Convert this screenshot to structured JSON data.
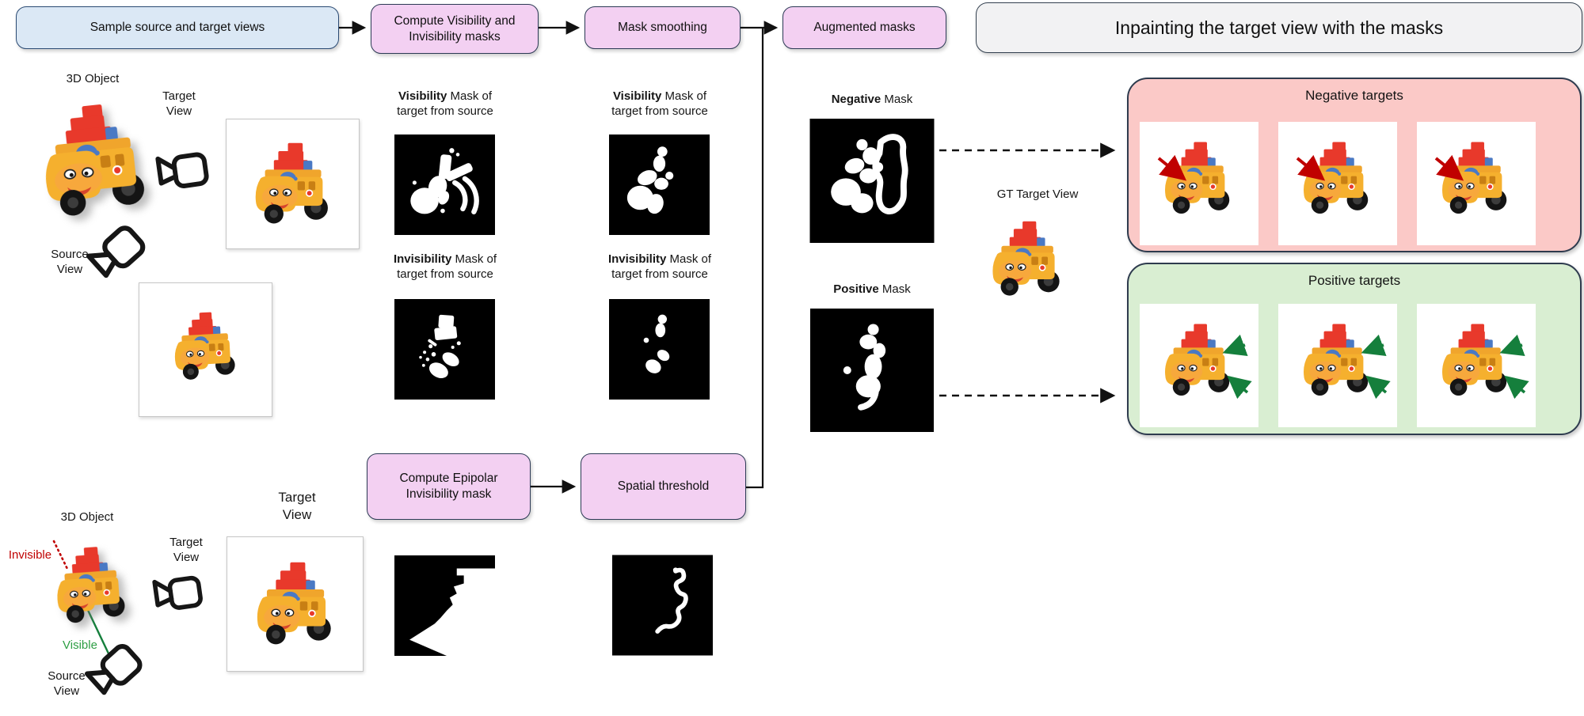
{
  "flow_boxes": {
    "sample": "Sample source and target views",
    "compute_masks": "Compute Visibility and Invisibility masks",
    "mask_smoothing": "Mask smoothing",
    "augmented_masks": "Augmented masks",
    "inpainting": "Inpainting the target view with the masks",
    "compute_epipolar": "Compute Epipolar Invisibility mask",
    "spatial_threshold": "Spatial threshold"
  },
  "scene_top": {
    "object": "3D Object",
    "target_view": "Target View",
    "source_view": "Source View"
  },
  "scene_bottom": {
    "object": "3D Object",
    "target_view": "Target View",
    "target_view_frame": "Target View",
    "source_view": "Source View",
    "invisible": "Invisible",
    "visible": "Visible"
  },
  "mask_labels": {
    "visibility_bold": "Visibility",
    "visibility_rest": " Mask of",
    "invisibility_bold": "Invisibility",
    "invisibility_rest": " Mask of",
    "line2": "target from source"
  },
  "augmented": {
    "negative_bold": "Negative",
    "negative_rest": " Mask",
    "positive_bold": "Positive",
    "positive_rest": " Mask",
    "gt_target_view": "GT Target View"
  },
  "panels": {
    "negative_title": "Negative targets",
    "positive_title": "Positive targets"
  },
  "colors": {
    "blue_box": "#dbe8f5",
    "pink_box": "#f3d0f2",
    "gray_box": "#f2f2f3",
    "negative_panel": "#fbc9c7",
    "positive_panel": "#d9eed2",
    "negative_accent": "#c00000",
    "positive_accent": "#157f3c",
    "box_border": "#2c3a55"
  }
}
